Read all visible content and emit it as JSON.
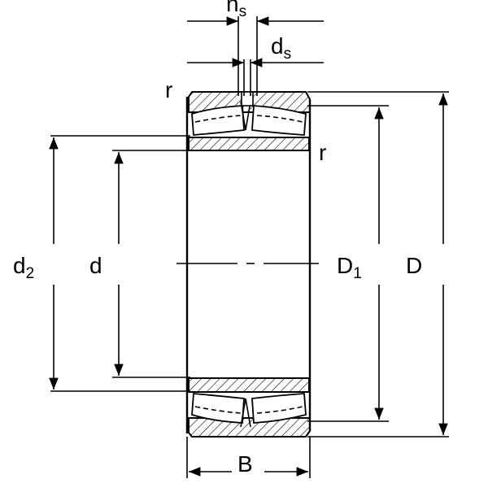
{
  "labels": {
    "ns": {
      "main": "n",
      "sub": "s"
    },
    "ds": {
      "main": "d",
      "sub": "s"
    },
    "r_top": "r",
    "r_right": "r",
    "d2": {
      "main": "d",
      "sub": "2"
    },
    "d": "d",
    "D1": {
      "main": "D",
      "sub": "1"
    },
    "D": "D",
    "B": "B"
  }
}
